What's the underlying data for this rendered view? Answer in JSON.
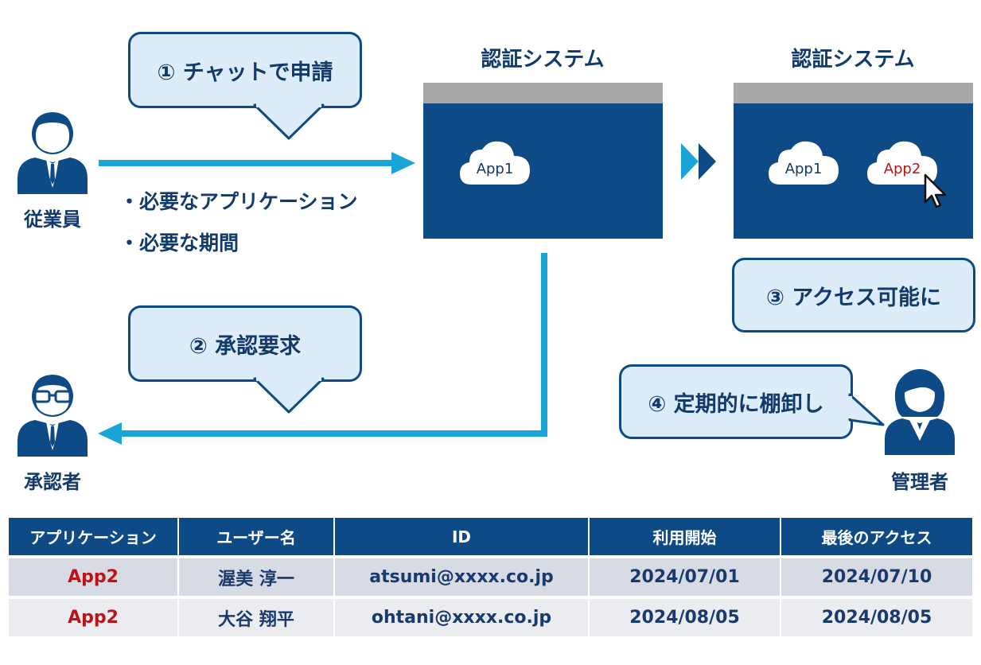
{
  "colors": {
    "navy": "#0e4a86",
    "cyan": "#1ba4d8",
    "bubble": "#dcecf9",
    "app_red": "#c0111a",
    "bar_gray": "#a8a8a8"
  },
  "people": {
    "employee": {
      "label": "従業員",
      "icon": "employee-icon"
    },
    "approver": {
      "label": "承認者",
      "icon": "approver-icon"
    },
    "admin": {
      "label": "管理者",
      "icon": "admin-icon"
    }
  },
  "bubbles": {
    "step1": "① チャットで申請",
    "step2": "② 承認要求",
    "step3": "③ アクセス可能に",
    "step4": "④ 定期的に棚卸し"
  },
  "bullets": [
    "・必要なアプリケーション",
    "・必要な期間"
  ],
  "systems": {
    "before": {
      "title": "認証システム",
      "apps": [
        "App1"
      ]
    },
    "after": {
      "title": "認証システム",
      "apps": [
        "App1",
        "App2"
      ]
    }
  },
  "table": {
    "headers": [
      "アプリケーション",
      "ユーザー名",
      "ID",
      "利用開始",
      "最後のアクセス"
    ],
    "rows": [
      {
        "app": "App2",
        "user": "渥美 淳一",
        "id": "atsumi@xxxx.co.jp",
        "start": "2024/07/01",
        "last": "2024/07/10"
      },
      {
        "app": "App2",
        "user": "大谷 翔平",
        "id": "ohtani@xxxx.co.jp",
        "start": "2024/08/05",
        "last": "2024/08/05"
      }
    ]
  }
}
